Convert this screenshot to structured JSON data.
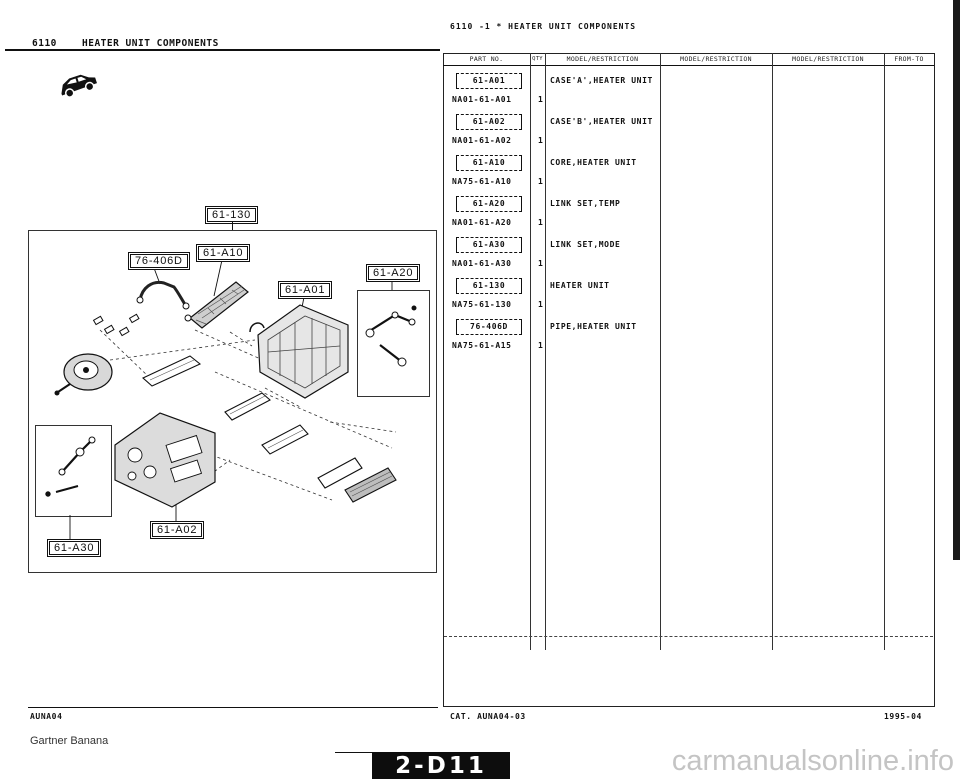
{
  "left": {
    "code": "6110",
    "title": "HEATER UNIT COMPONENTS",
    "footer_code": "AUNA04",
    "callouts": {
      "assembly": "61-130",
      "pipe": "76-406D",
      "core": "61-A10",
      "case_a": "61-A01",
      "link_temp": "61-A20",
      "case_b": "61-A02",
      "link_mode": "61-A30"
    }
  },
  "right": {
    "header": "6110 -1 * HEATER UNIT COMPONENTS",
    "columns": [
      "PART NO.",
      "QTY",
      "MODEL/RESTRICTION",
      "MODEL/RESTRICTION",
      "MODEL/RESTRICTION",
      "FROM-TO"
    ],
    "parts": [
      {
        "ref": "61-A01",
        "part_no": "NA01-61-A01",
        "qty": "1",
        "description": "CASE'A',HEATER UNIT"
      },
      {
        "ref": "61-A02",
        "part_no": "NA01-61-A02",
        "qty": "1",
        "description": "CASE'B',HEATER UNIT"
      },
      {
        "ref": "61-A10",
        "part_no": "NA75-61-A10",
        "qty": "1",
        "description": "CORE,HEATER UNIT"
      },
      {
        "ref": "61-A20",
        "part_no": "NA01-61-A20",
        "qty": "1",
        "description": "LINK SET,TEMP"
      },
      {
        "ref": "61-A30",
        "part_no": "NA01-61-A30",
        "qty": "1",
        "description": "LINK SET,MODE"
      },
      {
        "ref": "61-130",
        "part_no": "NA75-61-130",
        "qty": "1",
        "description": "HEATER UNIT"
      },
      {
        "ref": "76-406D",
        "part_no": "NA75-61-A15",
        "qty": "1",
        "description": "PIPE,HEATER UNIT"
      }
    ],
    "catalog": "CAT. AUNA04-03",
    "date": "1995-04"
  },
  "page": {
    "number": "2-D11",
    "credit": "Gartner Banana",
    "watermark": "carmanualsonline.info"
  },
  "icons": {
    "model": "car-icon"
  }
}
